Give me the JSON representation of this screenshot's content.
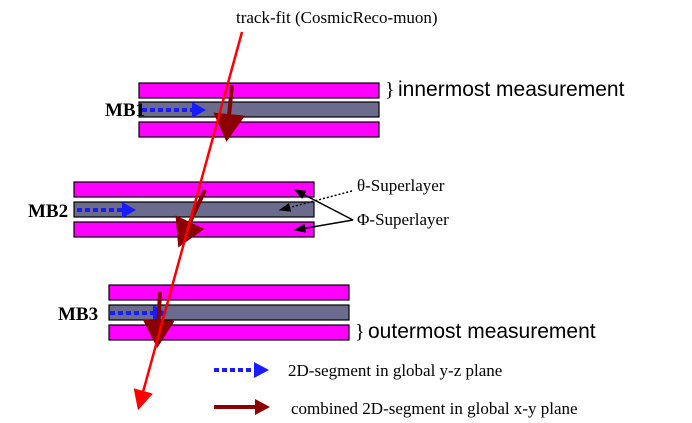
{
  "title": "track-fit (CosmicReco-muon)",
  "chambers": [
    {
      "name": "MB1",
      "note": "innermost measurement"
    },
    {
      "name": "MB2"
    },
    {
      "name": "MB3",
      "note": "outermost measurement"
    }
  ],
  "superlayer_labels": {
    "theta": "θ-Superlayer",
    "phi": "Φ-Superlayer"
  },
  "legend": [
    {
      "label": "2D-segment in global y-z plane",
      "style": "dotted-blue-arrow"
    },
    {
      "label": "combined 2D-segment in global x-y plane",
      "style": "solid-darkred-arrow"
    }
  ],
  "colors": {
    "phi_superlayer": "#ff00ff",
    "theta_superlayer": "#6b6b8e",
    "track": "#ff0000",
    "segment_yz": "#1a1aff",
    "segment_xy": "#8b0000"
  }
}
